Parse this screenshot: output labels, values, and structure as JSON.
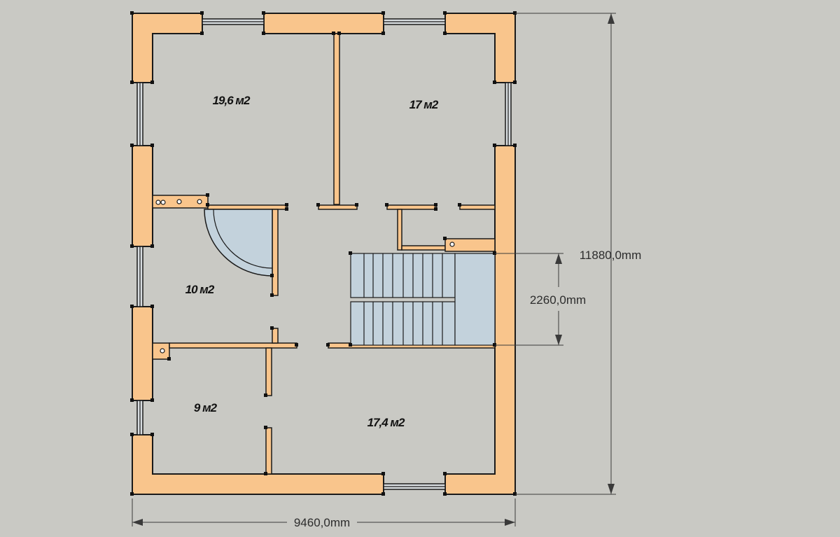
{
  "rooms": {
    "room_top_left": "19,6 м2",
    "room_top_right": "17 м2",
    "room_middle_left": "10 м2",
    "room_bottom_left": "9 м2",
    "room_bottom_right": "17,4 м2"
  },
  "dimensions": {
    "width": "9460,0mm",
    "height": "11880,0mm",
    "stair_length": "2260,0mm"
  },
  "colors": {
    "wall": "#f9c58c",
    "stair": "#c3d2dc",
    "background": "#c9c9c4"
  }
}
